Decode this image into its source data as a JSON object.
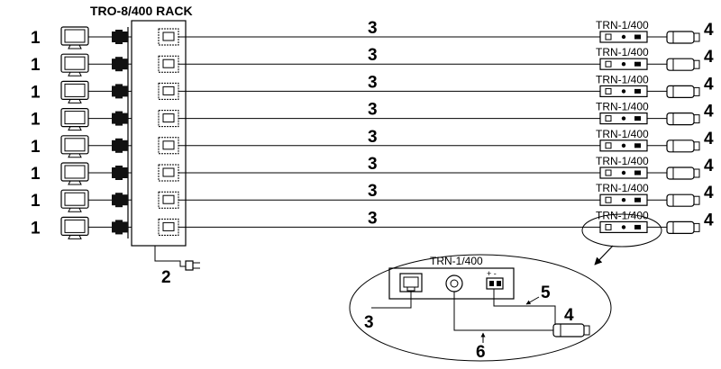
{
  "rack": {
    "title": "TRO-8/400 RACK"
  },
  "rows": [
    {
      "monitor_label": "1",
      "cable_label": "3",
      "receiver_label": "TRN-1/400",
      "camera_label": "4"
    },
    {
      "monitor_label": "1",
      "cable_label": "3",
      "receiver_label": "TRN-1/400",
      "camera_label": "4"
    },
    {
      "monitor_label": "1",
      "cable_label": "3",
      "receiver_label": "TRN-1/400",
      "camera_label": "4"
    },
    {
      "monitor_label": "1",
      "cable_label": "3",
      "receiver_label": "TRN-1/400",
      "camera_label": "4"
    },
    {
      "monitor_label": "1",
      "cable_label": "3",
      "receiver_label": "TRN-1/400",
      "camera_label": "4"
    },
    {
      "monitor_label": "1",
      "cable_label": "3",
      "receiver_label": "TRN-1/400",
      "camera_label": "4"
    },
    {
      "monitor_label": "1",
      "cable_label": "3",
      "receiver_label": "TRN-1/400",
      "camera_label": "4"
    },
    {
      "monitor_label": "1",
      "cable_label": "3",
      "receiver_label": "TRN-1/400",
      "camera_label": "4"
    }
  ],
  "power": {
    "label": "2"
  },
  "detail": {
    "title": "TRN-1/400",
    "polarity": "+ -",
    "cable_label": "3",
    "power_label": "5",
    "camera_label": "4",
    "video_label": "6"
  }
}
